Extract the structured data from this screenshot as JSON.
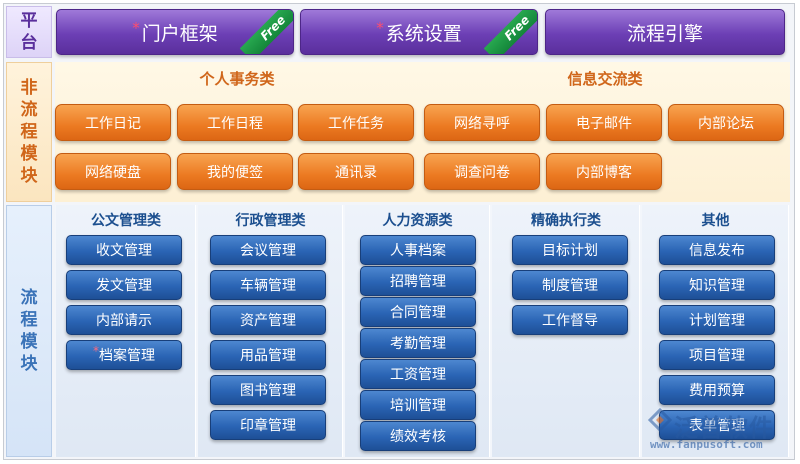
{
  "side_labels": {
    "platform": "平台",
    "non_flow": "非流程模块",
    "flow": "流程模块"
  },
  "platform": [
    {
      "label": "门户框架",
      "star": "*",
      "badge": "Free"
    },
    {
      "label": "系统设置",
      "star": "*",
      "badge": "Free"
    },
    {
      "label": "流程引擎"
    }
  ],
  "non_flow": {
    "personal": {
      "title": "个人事务类",
      "items": [
        "工作日记",
        "工作日程",
        "工作任务",
        "网络硬盘",
        "我的便签",
        "通讯录"
      ]
    },
    "info": {
      "title": "信息交流类",
      "items": [
        "网络寻呼",
        "电子邮件",
        "内部论坛",
        "调查问卷",
        "内部博客"
      ]
    }
  },
  "flow": [
    {
      "title": "公文管理类",
      "items": [
        "收文管理",
        "发文管理",
        "内部请示",
        "档案管理"
      ],
      "starred": [
        3
      ]
    },
    {
      "title": "行政管理类",
      "items": [
        "会议管理",
        "车辆管理",
        "资产管理",
        "用品管理",
        "图书管理",
        "印章管理"
      ]
    },
    {
      "title": "人力资源类",
      "items": [
        "人事档案",
        "招聘管理",
        "合同管理",
        "考勤管理",
        "工资管理",
        "培训管理",
        "绩效考核"
      ]
    },
    {
      "title": "精确执行类",
      "items": [
        "目标计划",
        "制度管理",
        "工作督导"
      ]
    },
    {
      "title": "其他",
      "items": [
        "信息发布",
        "知识管理",
        "计划管理",
        "项目管理",
        "费用预算",
        "表单管理"
      ]
    }
  ],
  "star": "*",
  "watermark": {
    "text": "泛普软件",
    "url": "www.fanpusoft.com"
  },
  "colors": {
    "platform": "#6c3fb5",
    "non_flow": "#ec7a22",
    "flow": "#2a64b4",
    "free_badge": "#14863a"
  }
}
